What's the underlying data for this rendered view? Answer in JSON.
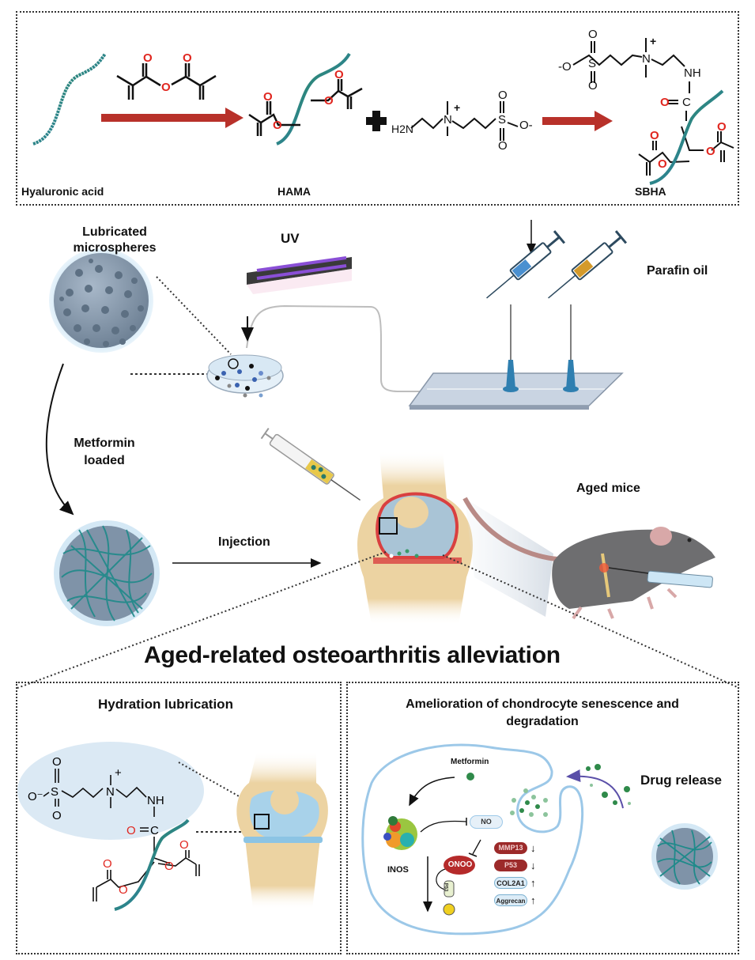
{
  "synthesis": {
    "hyaluronic_acid": "Hyaluronic acid",
    "hama": "HAMA",
    "sbha": "SBHA",
    "atoms": {
      "O": "O",
      "O_minus": "O-",
      "O_minus_left": "-O",
      "h2n": "H2N",
      "N": "N",
      "plus": "+",
      "S": "S",
      "NH": "NH",
      "C": "C"
    }
  },
  "fabrication": {
    "lubricated_microspheres": [
      "Lubricated",
      "microspheres"
    ],
    "uv": "UV",
    "parafin_oil": "Parafin oil",
    "metformin_loaded": [
      "Metformin",
      "loaded"
    ],
    "injection": "Injection",
    "aged_mice": "Aged mice"
  },
  "main_title": "Aged-related osteoarthritis alleviation",
  "panel_left": {
    "title": "Hydration lubrication",
    "atoms": {
      "O_minus": "O-",
      "S": "S",
      "N": "N",
      "plus": "+",
      "NH": "NH",
      "C": "C",
      "O": "O"
    }
  },
  "panel_right": {
    "title": [
      "Amelioration of chondrocyte senescence and",
      "degradation"
    ],
    "metformin": "Metformin",
    "inos": "INOS",
    "no": "NO",
    "onoo": "ONOO",
    "p53_small": "P53",
    "drug_release": "Drug release",
    "markers": [
      {
        "name": "MMP13",
        "trend": "down",
        "style": "dark"
      },
      {
        "name": "P53",
        "trend": "down",
        "style": "dark"
      },
      {
        "name": "COL2A1",
        "trend": "up",
        "style": "light"
      },
      {
        "name": "Aggrecan",
        "trend": "up",
        "style": "light"
      }
    ]
  },
  "colors": {
    "reaction_arrow": "#b8312a",
    "oxygen": "#e0261f",
    "membrane": "#9cc8e8",
    "marker_dark": "#9c2a2a",
    "marker_light": "#dcecf7",
    "bone": "#ecd3a2",
    "cartilage": "#a8d2ea",
    "microsphere": "#7f93a8",
    "polymer_teal": "#1f8a8a"
  }
}
